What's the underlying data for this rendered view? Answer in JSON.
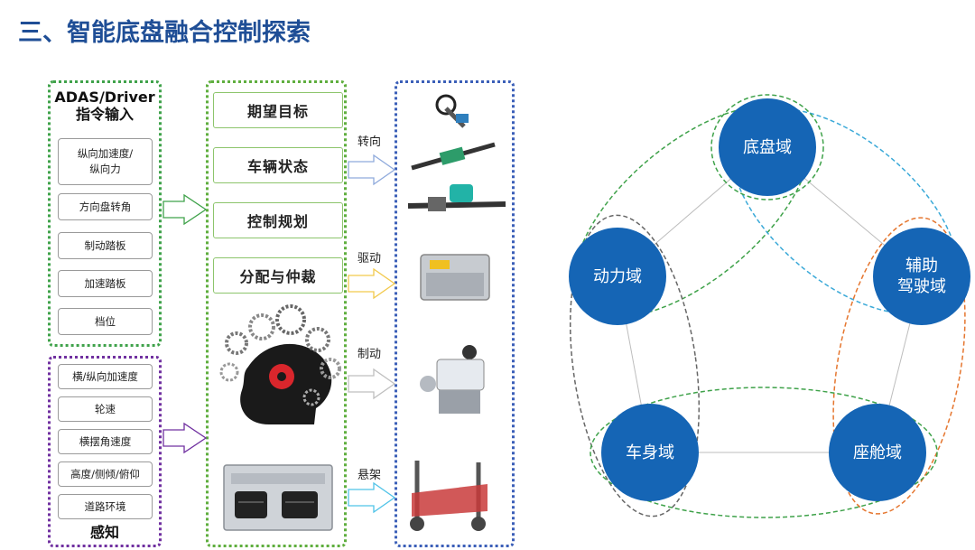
{
  "title": "三、智能底盘融合控制探索",
  "inputs": {
    "adas_title_line1": "ADAS/Driver",
    "adas_title_line2": "指令输入",
    "adas_items": [
      "纵向加速度/\n纵向力",
      "方向盘转角",
      "制动踏板",
      "加速踏板",
      "档位"
    ],
    "sense_items": [
      "横/纵向加速度",
      "轮速",
      "横摆角速度",
      "高度/侧倾/俯仰",
      "道路环境"
    ],
    "sense_title": "感知"
  },
  "controller": {
    "items": [
      "期望目标",
      "车辆状态",
      "控制规划",
      "分配与仲裁"
    ]
  },
  "actuators": {
    "labels": [
      "转向",
      "驱动",
      "制动",
      "悬架"
    ]
  },
  "domains": {
    "nodes": [
      "底盘域",
      "动力域",
      "辅助\n驾驶域",
      "车身域",
      "座舱域"
    ]
  },
  "colors": {
    "title": "#1f4e96",
    "node": "#1565b5",
    "green": "#3fa24a",
    "purple": "#7030a0",
    "blue": "#3b5fb8",
    "cyan": "#3aa9d8",
    "orange": "#e5762f",
    "gray": "#666666"
  }
}
